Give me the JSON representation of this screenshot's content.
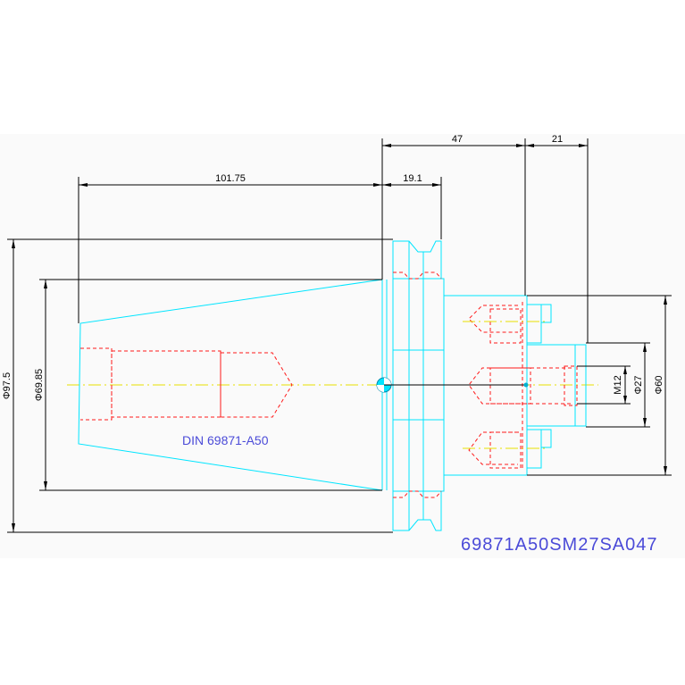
{
  "dimensions": {
    "total_length": "101.75",
    "flange_to_end": "47",
    "groove_width": "19.1",
    "nose_length": "21",
    "big_diameter": "Φ97.5",
    "taper_diameter": "Φ69.85",
    "outer_diameter": "Φ60",
    "pilot_diameter": "Φ27",
    "thread": "M12"
  },
  "labels": {
    "standard": "DIN 69871-A50",
    "part_number": "69871A50SM27SA047"
  },
  "colors": {
    "outline": "#00e5ff",
    "hidden": "#ff1a1a",
    "centerline": "#e8e000",
    "dimension": "#000000",
    "text": "#4b4bd8"
  }
}
